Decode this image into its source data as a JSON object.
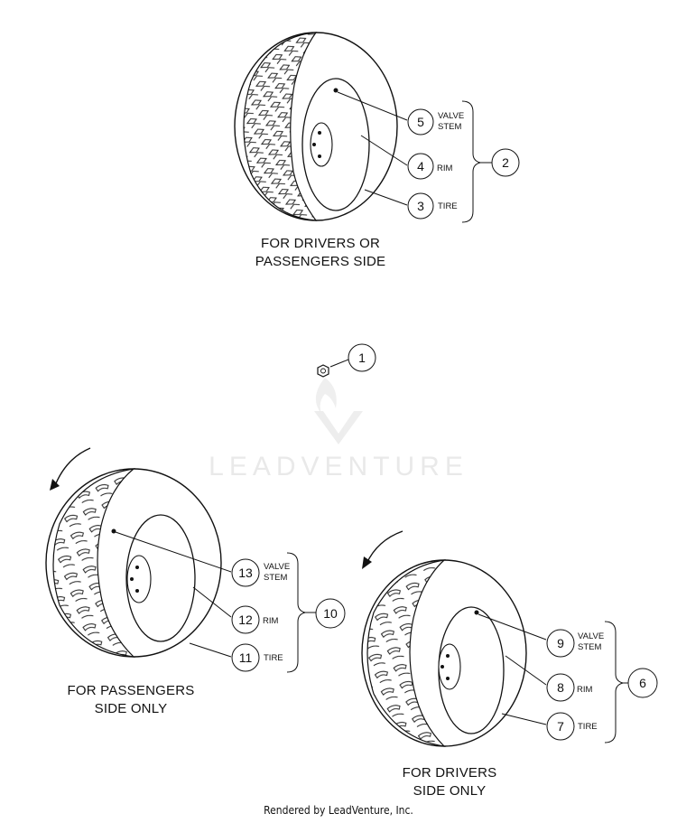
{
  "captions": {
    "top": [
      "FOR DRIVERS OR",
      "PASSENGERS SIDE"
    ],
    "left": [
      "FOR PASSENGERS",
      "SIDE ONLY"
    ],
    "right": [
      "FOR DRIVERS",
      "SIDE ONLY"
    ]
  },
  "watermark": "LEADVENTURE",
  "footer": "Rendered by LeadVenture, Inc.",
  "callouts": {
    "c1": "1",
    "c2": "2",
    "c3": "3",
    "c4": "4",
    "c5": "5",
    "c6": "6",
    "c7": "7",
    "c8": "8",
    "c9": "9",
    "c10": "10",
    "c11": "11",
    "c12": "12",
    "c13": "13"
  },
  "labels": {
    "valve": [
      "VALVE",
      "STEM"
    ],
    "rim": "RIM",
    "tire": "TIRE"
  }
}
